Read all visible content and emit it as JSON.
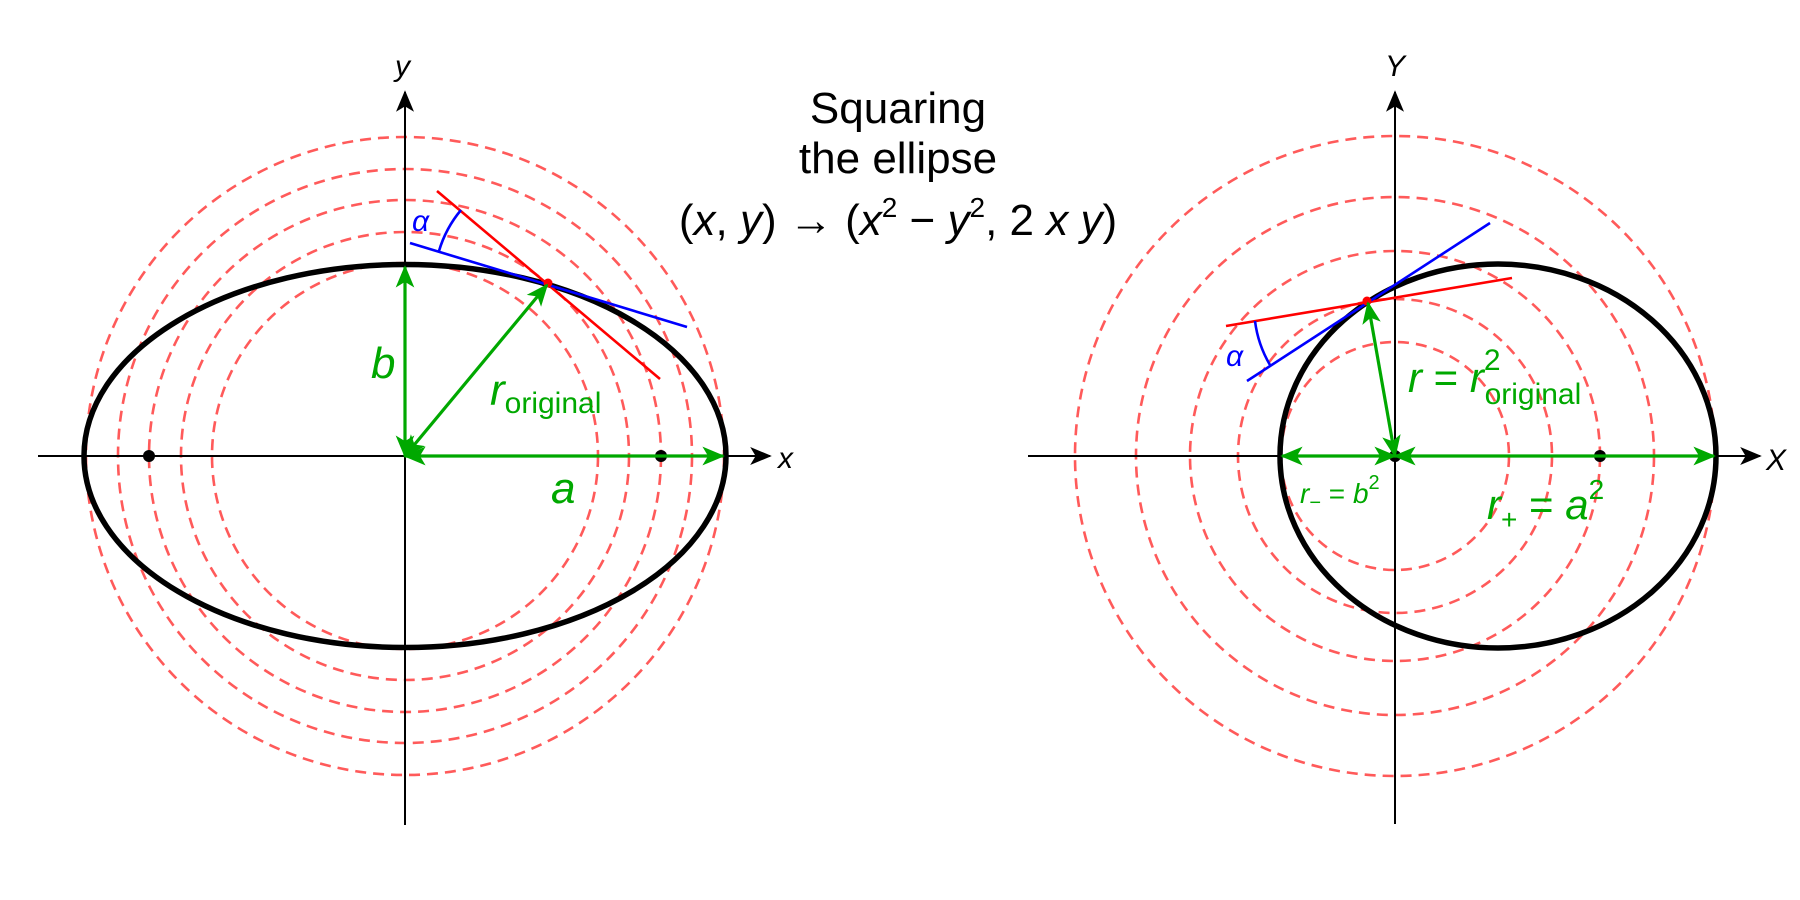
{
  "title": {
    "line1": "Squaring",
    "line2": "the ellipse",
    "formula": {
      "lparen1": "(",
      "x": "x",
      "comma1": ", ",
      "y": "y",
      "rparen1": ")",
      "arrow": " → ",
      "lparen2": "(",
      "x2": "x",
      "sup1": "2",
      "minus": " − ",
      "y2": "y",
      "sup2": "2",
      "comma2": ", 2 ",
      "x3": "x",
      "space": " ",
      "y3": "y",
      "rparen2": ")"
    }
  },
  "left_panel": {
    "x_axis_label": "x",
    "y_axis_label": "y",
    "label_a": "a",
    "label_b": "b",
    "label_r": "r",
    "label_r_sub": "original",
    "label_alpha": "α"
  },
  "right_panel": {
    "x_axis_label": "X",
    "y_axis_label": "Y",
    "label_r": "r",
    "label_eq": " = ",
    "label_r2": "r",
    "label_r2_sup": "2",
    "label_r2_sub": "original",
    "label_rminus": "r",
    "label_rminus_sub": "−",
    "label_rminus_eq": " = ",
    "label_rminus_b": "b",
    "label_rminus_sup": "2",
    "label_rplus": "r",
    "label_rplus_sub": "+",
    "label_rplus_eq": " = ",
    "label_rplus_a": "a",
    "label_rplus_sup": "2",
    "label_alpha": "α"
  },
  "colors": {
    "ellipse": "#000000",
    "level_circles": "#ff5a5a",
    "circle_tangent": "#ff0000",
    "ellipse_tangent": "#0000ff",
    "annotations": "#00a800"
  }
}
